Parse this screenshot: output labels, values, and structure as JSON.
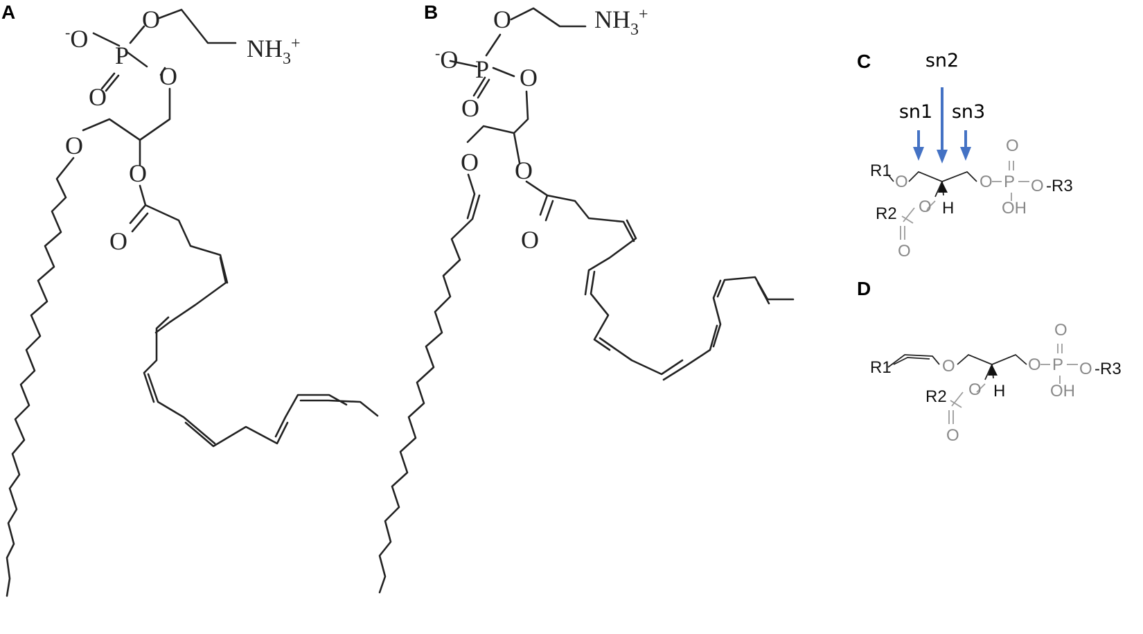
{
  "panels": [
    {
      "letter": "A"
    },
    {
      "letter": "B"
    },
    {
      "letter": "C"
    },
    {
      "letter": "D"
    }
  ],
  "panelA": {
    "o_minus": "-O",
    "p": "P",
    "o_top": "O",
    "o_right": "O",
    "o_double": "O",
    "nh3": "NH",
    "nh3_sub": "3",
    "nh3_sup": "+",
    "o_ether": "O",
    "o_ester": "O",
    "o_carbonyl": "O"
  },
  "panelB": {
    "o_minus": "-O",
    "p": "P",
    "o_top": "O",
    "o_right": "O",
    "o_double": "O",
    "nh3": "NH",
    "nh3_sub": "3",
    "nh3_sup": "+",
    "o_vinyl": "O",
    "o_ester": "O",
    "o_carbonyl": "O"
  },
  "panelC": {
    "sn1": "sn1",
    "sn2": "sn2",
    "sn3": "sn3",
    "r1": "R1",
    "r2": "R2",
    "r3": "-R3",
    "o1": "O",
    "o2": "O",
    "o3": "O",
    "o4": "O",
    "o_carbonyl": "O",
    "o_p_double": "O",
    "p": "P",
    "oh": "OH",
    "h": "H"
  },
  "panelD": {
    "r1": "R1",
    "r2": "R2",
    "r3": "-R3",
    "o1": "O",
    "o2": "O",
    "o3": "O",
    "o4": "O",
    "o_carbonyl": "O",
    "o_p_double": "O",
    "p": "P",
    "oh": "OH",
    "h": "H"
  },
  "colors": {
    "arrow": "#4472c4",
    "bond": "#222222",
    "grey": "#888888"
  }
}
